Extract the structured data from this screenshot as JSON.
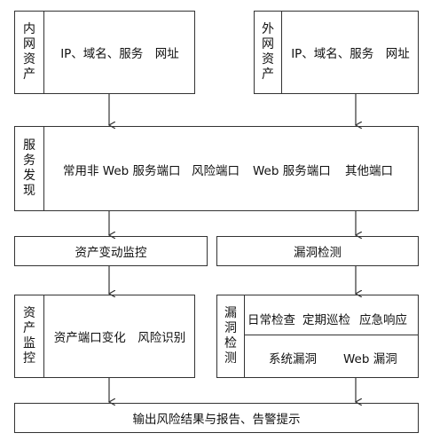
{
  "internal_assets": {
    "label_chars": [
      "内",
      "网",
      "资",
      "产"
    ],
    "content": "IP、域名、服务　网址"
  },
  "external_assets": {
    "label_chars": [
      "外",
      "网",
      "资",
      "产"
    ],
    "content": "IP、域名、服务　网址"
  },
  "service_discovery": {
    "label_chars": [
      "服",
      "务",
      "发",
      "现"
    ],
    "items": [
      "常用非 Web 服务端口",
      "风险端口",
      "Web 服务端口",
      "其他端口"
    ]
  },
  "asset_change_monitor": {
    "title": "资产变动监控"
  },
  "vuln_detection": {
    "title": "漏洞检测"
  },
  "asset_monitor": {
    "label_chars": [
      "资",
      "产",
      "监",
      "控"
    ],
    "content": "资产端口变化　风险识别"
  },
  "vuln_detail": {
    "label_chars": [
      "漏",
      "洞",
      "检",
      "测"
    ],
    "top_row": [
      "日常检查",
      "定期巡检",
      "应急响应"
    ],
    "bottom_row": [
      "系统漏洞",
      "Web 漏洞"
    ]
  },
  "output": {
    "text": "输出风险结果与报告、告警提示"
  }
}
